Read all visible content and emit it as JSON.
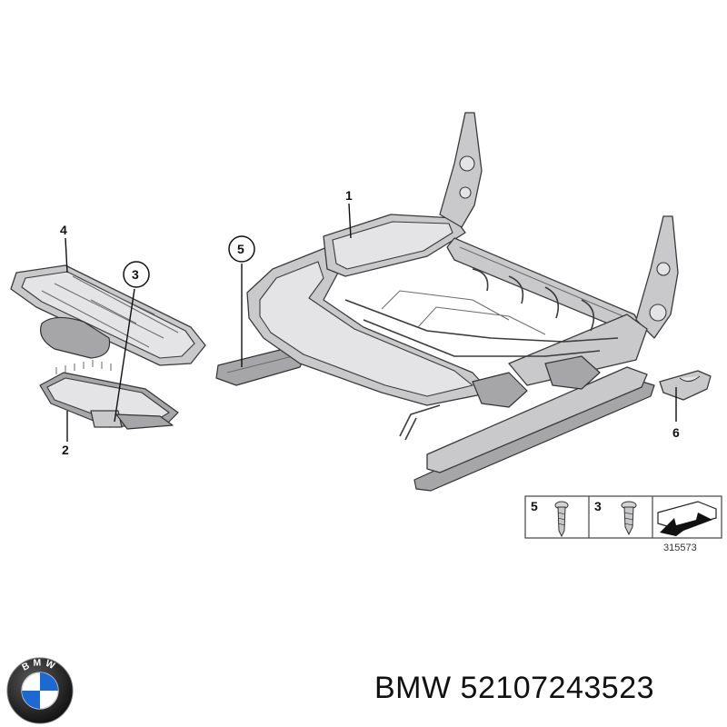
{
  "callouts": {
    "c1": "1",
    "c2": "2",
    "c3": "3",
    "c4": "4",
    "c5": "5",
    "c6": "6"
  },
  "legend": {
    "item1_number": "5",
    "item2_number": "3",
    "reference": "315573"
  },
  "brand": {
    "text": "BMW 52107243523",
    "logo_letters": "BMW"
  },
  "colors": {
    "part_fill": "#c9c9cb",
    "logo_blue": "#1c69d4",
    "logo_ring": "#1a1a1a"
  }
}
